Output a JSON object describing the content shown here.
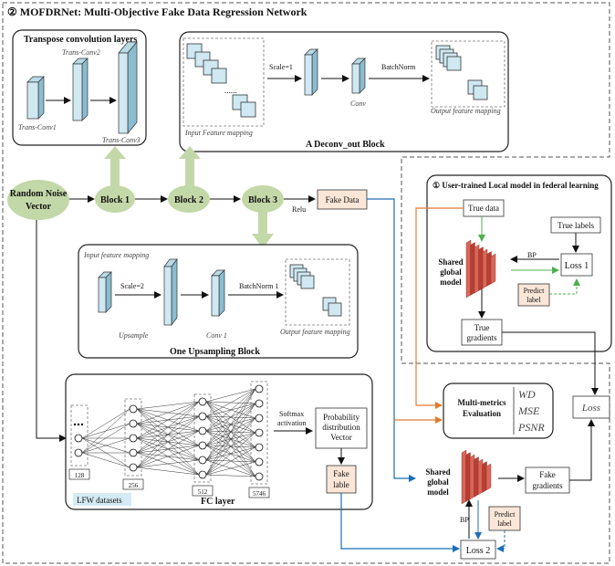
{
  "title": "② MOFDRNet: Multi-Objective Fake Data Regression Network",
  "transpose": {
    "title": "Transpose convolution layers",
    "conv1": "Trans-Conv1",
    "conv2": "Trans-Conv2",
    "conv3": "Trans-Conv3"
  },
  "deconv": {
    "title": "A Deconv_out Block",
    "input": "Input Feature mapping",
    "scale": "Scale=1",
    "conv": "Conv",
    "batchnorm": "BatchNorm",
    "output": "Output feature mapping",
    "dots": "......"
  },
  "main": {
    "noise_line1": "Random Noise",
    "noise_line2": "Vector",
    "block1": "Block 1",
    "block2": "Block 2",
    "block3": "Block 3",
    "relu": "Relu",
    "fake_data": "Fake Data"
  },
  "upsampling": {
    "title": "One Upsampling Block",
    "input": "Input feature mapping",
    "scale": "Scale=2",
    "upsample": "Upsample",
    "conv": "Conv 1",
    "batchnorm": "BatchNorm 1",
    "output": "Output feature mapping"
  },
  "fc": {
    "title": "FC layer",
    "dataset": "LFW datasets",
    "sizes": [
      "128",
      "256",
      "512",
      "5746"
    ],
    "softmax_line1": "Softmax",
    "softmax_line2": "activation",
    "prob_line1": "Probability",
    "prob_line2": "distribution",
    "prob_line3": "Vector",
    "fake_lable_line1": "Fake",
    "fake_lable_line2": "lable"
  },
  "local": {
    "title": "① User-trained Local model in federal learning",
    "true_data": "True data",
    "true_labels": "True labels",
    "shared_line1": "Shared",
    "shared_line2": "global",
    "shared_line3": "model",
    "bp": "BP",
    "loss1": "Loss 1",
    "predict_line1": "Predict",
    "predict_line2": "label",
    "true_gradients_line1": "True",
    "true_gradients_line2": "gradients"
  },
  "metrics": {
    "label_line1": "Multi-metrics",
    "label_line2": "Evaluation",
    "items": [
      "WD",
      "MSE",
      "PSNR"
    ]
  },
  "loss": "Loss",
  "bottom": {
    "shared_line1": "Shared",
    "shared_line2": "global",
    "shared_line3": "model",
    "fake_gradients_line1": "Fake",
    "fake_gradients_line2": "gradients",
    "predict_line1": "Predict",
    "predict_line2": "label",
    "bp": "BP",
    "loss2": "Loss 2"
  },
  "colors": {
    "green_block": "#c3d8a8",
    "cube_face": "#cfe8f2",
    "fake_fill": "#fbe6d8",
    "blue_arrow": "#1a6fb5",
    "orange_arrow": "#e07b30",
    "green_arrow": "#4caf50",
    "red_model": "#c8463a"
  }
}
